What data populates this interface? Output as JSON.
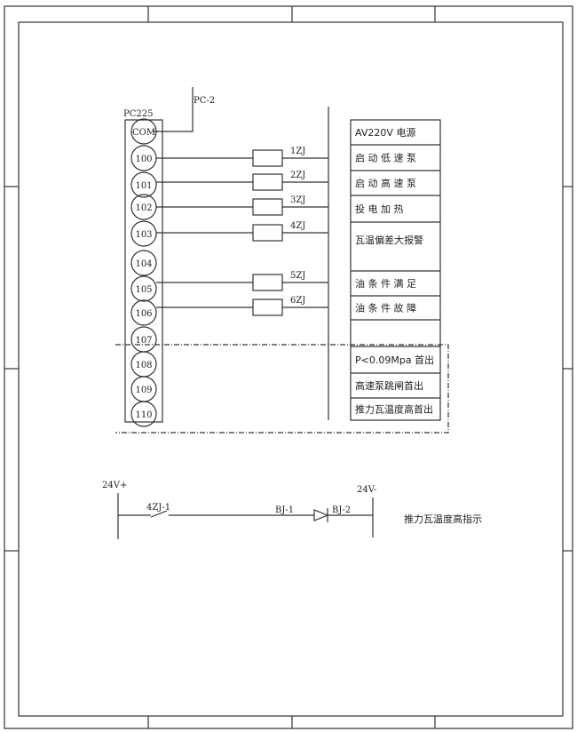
{
  "plc": {
    "name": "PC225",
    "top_label": "PC-2",
    "terminals": [
      "COM",
      "100",
      "101",
      "102",
      "103",
      "104",
      "105",
      "106",
      "107",
      "108",
      "109",
      "110"
    ]
  },
  "relays": [
    {
      "label": "1ZJ",
      "terminal": "100"
    },
    {
      "label": "2ZJ",
      "terminal": "101"
    },
    {
      "label": "3ZJ",
      "terminal": "102"
    },
    {
      "label": "4ZJ",
      "terminal": "103"
    },
    {
      "label": "5ZJ",
      "terminal": "105"
    },
    {
      "label": "6ZJ",
      "terminal": "106"
    }
  ],
  "functions": [
    "AV220V 电源",
    "启 动 低 速 泵",
    "启 动 高 速 泵",
    "投 电 加 热",
    "瓦温偏差大报警",
    "油 条 件 满 足",
    "油 条 件 故 障",
    "",
    "P<0.09Mpa 首出",
    "高速泵跳闸首出",
    "推力瓦温度高首出"
  ],
  "circuit": {
    "pos": "24V+",
    "neg": "24V-",
    "switch": "4ZJ-1",
    "bj1": "BJ-1",
    "bj2": "BJ-2",
    "description": "推力瓦温度高指示"
  }
}
